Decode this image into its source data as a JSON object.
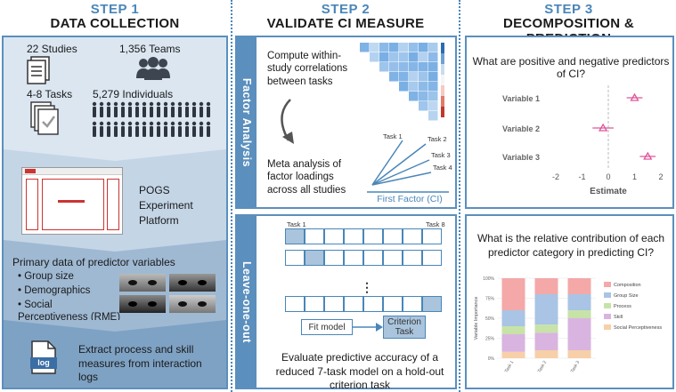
{
  "steps": [
    {
      "num": "STEP 1",
      "title": "DATA COLLECTION"
    },
    {
      "num": "STEP 2",
      "title": "VALIDATE CI MEASURE"
    },
    {
      "num": "STEP 3",
      "title": "DECOMPOSITION & PREDICTION"
    }
  ],
  "step1": {
    "stats": {
      "studies": "22 Studies",
      "teams": "1,356 Teams",
      "tasks": "4-8 Tasks",
      "individuals": "5,279 Individuals"
    },
    "pogs_label": "POGS Experiment Platform",
    "predictors_title": "Primary data of predictor variables",
    "predictors": [
      "Group size",
      "Demographics",
      "Social Perceptiveness (RME)"
    ],
    "log_label": "log",
    "extract_text": "Extract process and skill measures from interaction logs"
  },
  "step2": {
    "factor_label": "Factor Analysis",
    "compute_text": "Compute within-study correlations between tasks",
    "meta_text": "Meta analysis of factor loadings across all studies",
    "tasks": [
      "Task 1",
      "Task 2",
      "Task 3",
      "Task 4"
    ],
    "first_factor": "First Factor (CI)",
    "leave_label": "Leave-one-out",
    "task_first": "Task 1",
    "task_last": "Task 8",
    "ellipsis": "⋮",
    "fit_model": "Fit model",
    "criterion_task": "Criterion Task",
    "evaluate_text": "Evaluate predictive accuracy of a reduced 7-task model on a hold-out criterion task"
  },
  "step3": {
    "q1": "What are positive and negative predictors of CI?",
    "forest": {
      "variables": [
        "Variable 1",
        "Variable 2",
        "Variable 3"
      ],
      "estimates": [
        1.0,
        -0.2,
        1.5
      ],
      "ci": [
        [
          0.7,
          1.3
        ],
        [
          -0.6,
          0.2
        ],
        [
          1.2,
          1.8
        ]
      ],
      "ticks": [
        -2,
        -1,
        0,
        1,
        2
      ],
      "xlabel": "Estimate",
      "color": "#e0539a"
    },
    "q2": "What is the relative contribution of each predictor category in predicting CI?",
    "chart_data": {
      "type": "bar",
      "stacked": true,
      "categories": [
        "Task 1",
        "Task 2",
        "Task 3"
      ],
      "ylabel": "Variable Importance",
      "yticks": [
        "0%",
        "25%",
        "50%",
        "75%",
        "100%"
      ],
      "series": [
        {
          "name": "Social Perceptiveness",
          "color": "#f7cfa8",
          "values": [
            8,
            10,
            10
          ]
        },
        {
          "name": "Skill",
          "color": "#d9b4e0",
          "values": [
            22,
            22,
            40
          ]
        },
        {
          "name": "Process",
          "color": "#c7e3a8",
          "values": [
            10,
            10,
            10
          ]
        },
        {
          "name": "Group Size",
          "color": "#a9c4e4",
          "values": [
            20,
            38,
            20
          ]
        },
        {
          "name": "Composition",
          "color": "#f4a8a8",
          "values": [
            40,
            20,
            20
          ]
        }
      ]
    }
  }
}
